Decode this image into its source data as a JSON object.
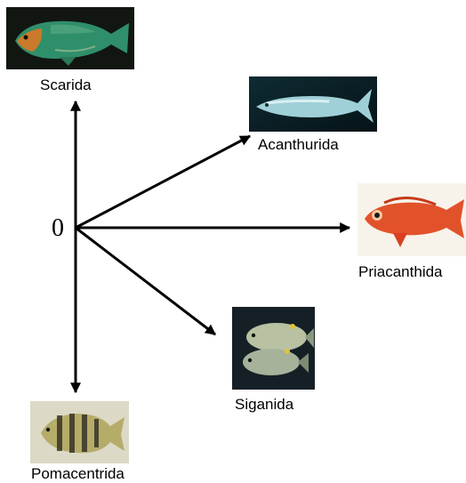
{
  "origin_label": "0",
  "branches": [
    {
      "label": "Scarida",
      "image": "parrotfish-photo"
    },
    {
      "label": "Acanthurida",
      "image": "surgeonfish-photo"
    },
    {
      "label": "Priacanthida",
      "image": "bigeye-photo"
    },
    {
      "label": "Siganida",
      "image": "rabbitfish-photo"
    },
    {
      "label": "Pomacentrida",
      "image": "damselfish-photo"
    }
  ],
  "colors": {
    "arrow": "#000000",
    "background": "#ffffff"
  }
}
